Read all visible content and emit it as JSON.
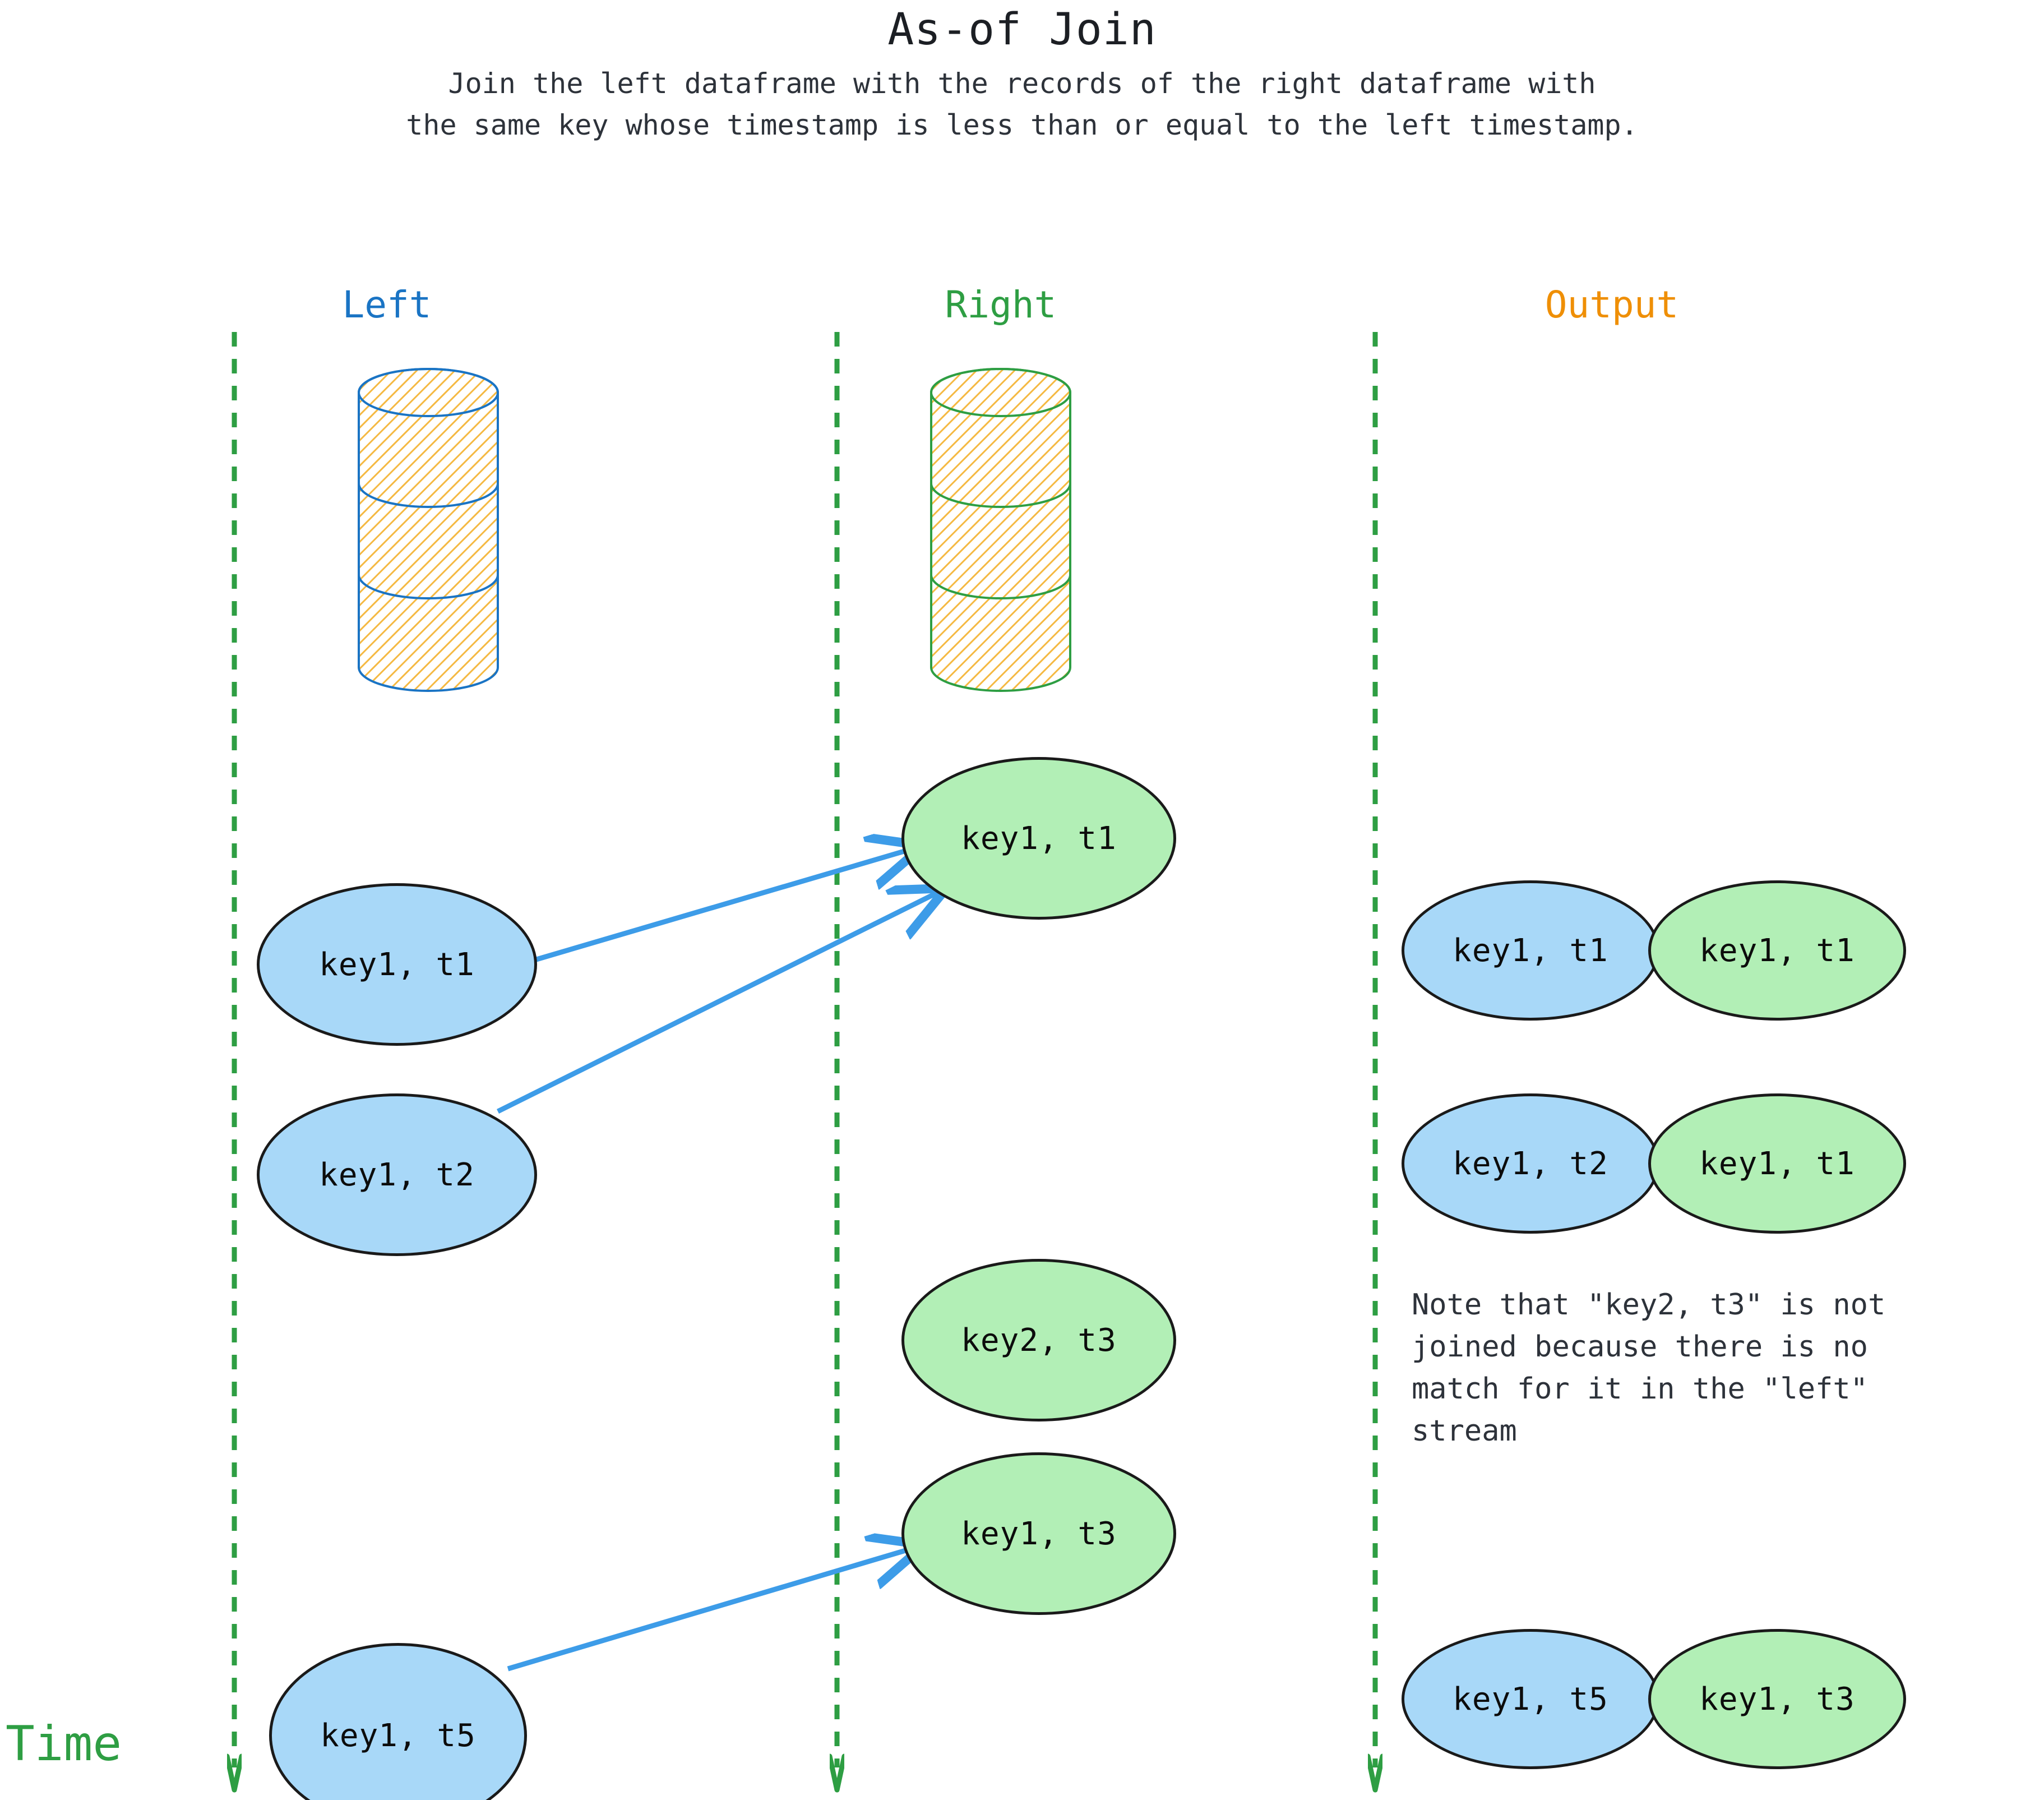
{
  "header": {
    "title": "As-of Join",
    "subtitle": "Join the left dataframe with the records of the right dataframe with\nthe same key whose timestamp is less than or equal to the left timestamp."
  },
  "columns": {
    "left": {
      "label": "Left",
      "color": "#1a74c4"
    },
    "right": {
      "label": "Right",
      "color": "#2e9e43"
    },
    "output": {
      "label": "Output",
      "color": "#ef8f06"
    }
  },
  "axis": {
    "time_label": "Time",
    "time_color": "#2e9e43",
    "style": "dashed-down-arrow"
  },
  "palette": {
    "node_blue_fill": "#a8d8f8",
    "node_green_fill": "#b2efb6",
    "node_stroke": "#1a1a1a",
    "arrow_color": "#3d9ce8",
    "cylinder_hatch": "#f5b942",
    "cylinder_left_stroke": "#1a74c4",
    "cylinder_right_stroke": "#2e9e43",
    "text_color": "#2d323a"
  },
  "stores": {
    "left_cylinder_icon": "database-cylinder-icon",
    "right_cylinder_icon": "database-cylinder-icon"
  },
  "left_records": [
    {
      "label": "key1, t1"
    },
    {
      "label": "key1, t2"
    },
    {
      "label": "key1, t5"
    }
  ],
  "right_records": [
    {
      "label": "key1, t1"
    },
    {
      "label": "key2, t3"
    },
    {
      "label": "key1, t3"
    }
  ],
  "output_records": [
    {
      "left": "key1, t1",
      "right": "key1, t1"
    },
    {
      "left": "key1, t2",
      "right": "key1, t1"
    },
    {
      "left": "key1, t5",
      "right": "key1, t3"
    }
  ],
  "joins": [
    {
      "from": "key1, t1",
      "to": "key1, t1"
    },
    {
      "from": "key1, t2",
      "to": "key1, t1"
    },
    {
      "from": "key1, t5",
      "to": "key1, t3"
    }
  ],
  "note": {
    "text": "Note that \"key2, t3\" is not\njoined because there is no\nmatch for it in the \"left\"\nstream"
  }
}
